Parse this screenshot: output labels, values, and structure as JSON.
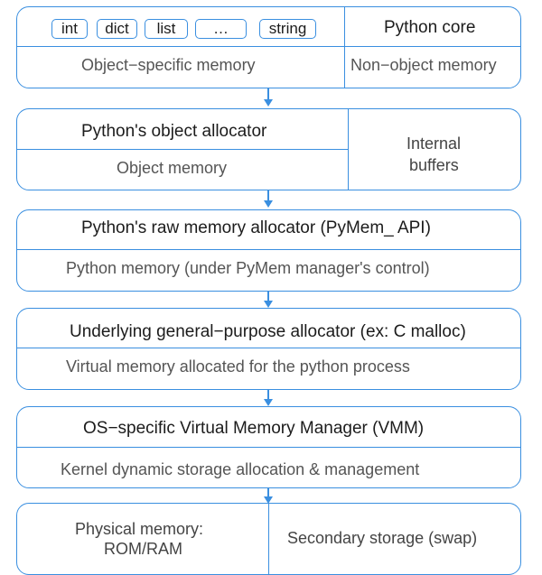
{
  "layer1": {
    "types": [
      "int",
      "dict",
      "list",
      "…",
      "string"
    ],
    "core": "Python core",
    "object_specific": "Object−specific memory",
    "non_object": "Non−object memory"
  },
  "layer2": {
    "title": "Python's object allocator",
    "sub": "Object memory",
    "right_line1": "Internal",
    "right_line2": "buffers"
  },
  "layer3": {
    "title": "Python's raw memory allocator (PyMem_ API)",
    "sub": "Python memory (under PyMem manager's control)"
  },
  "layer4": {
    "title": "Underlying general−purpose allocator (ex: C malloc)",
    "sub": "Virtual memory allocated for the python process"
  },
  "layer5": {
    "title": "OS−specific Virtual Memory Manager (VMM)",
    "sub": "Kernel dynamic storage allocation & management"
  },
  "layer6": {
    "left_line1": "Physical memory:",
    "left_line2": "ROM/RAM",
    "right": "Secondary storage (swap)"
  },
  "colors": {
    "border": "#3a8fe0",
    "text": "#1c1c1c",
    "subtext": "#555555"
  }
}
